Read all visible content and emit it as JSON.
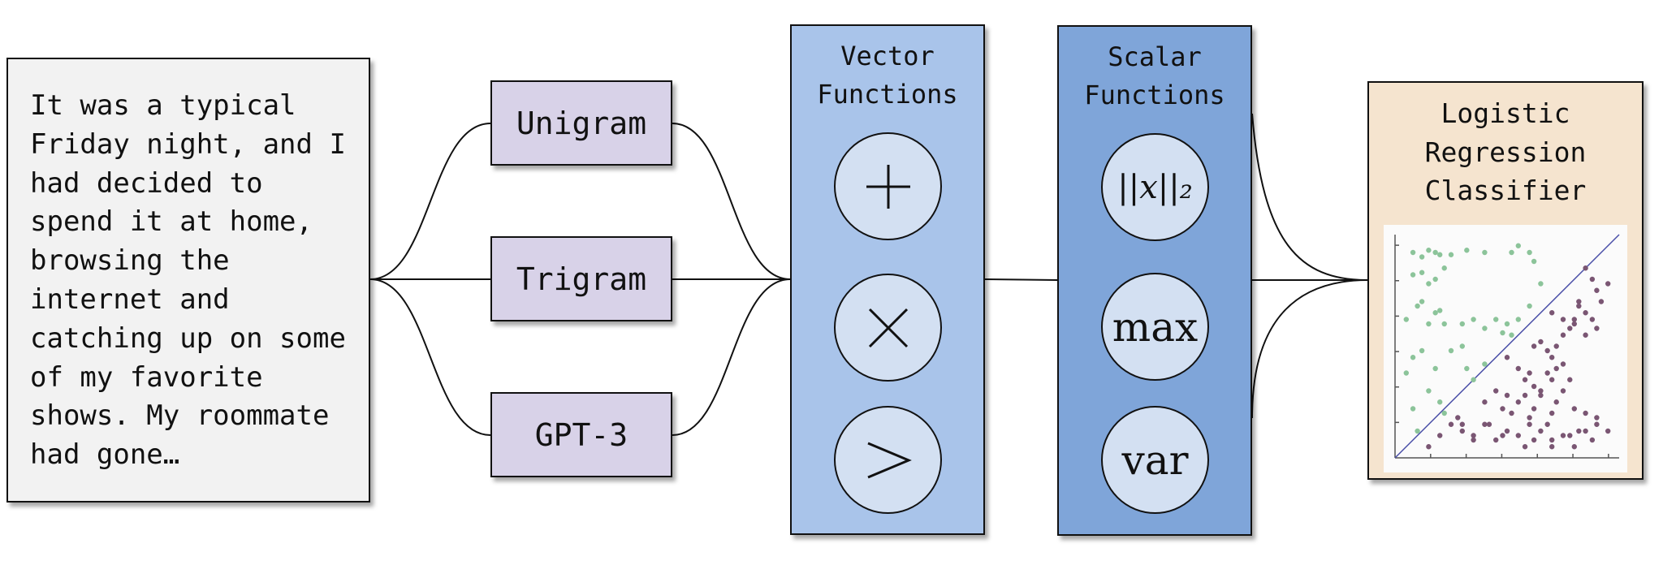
{
  "input_text": {
    "lines": [
      "It was a typical",
      "Friday night, and I",
      "had decided to",
      "spend it at home,",
      "browsing the",
      "internet and",
      "catching up on some",
      "of my favorite",
      "shows. My roommate",
      "had gone…"
    ]
  },
  "models": [
    {
      "label": "Unigram"
    },
    {
      "label": "Trigram"
    },
    {
      "label": "GPT-3"
    }
  ],
  "vector_functions": {
    "title_lines": [
      "Vector",
      "Functions"
    ],
    "ops": [
      {
        "name": "plus",
        "symbol": "+"
      },
      {
        "name": "times",
        "symbol": "×"
      },
      {
        "name": "greater-than",
        "symbol": ">"
      }
    ]
  },
  "scalar_functions": {
    "title_lines": [
      "Scalar",
      "Functions"
    ],
    "ops": [
      {
        "name": "l2-norm",
        "symbol": "||x||₂"
      },
      {
        "name": "max",
        "symbol": "max"
      },
      {
        "name": "var",
        "symbol": "var"
      }
    ]
  },
  "classifier": {
    "title_lines": [
      "Logistic",
      "Regression",
      "Classifier"
    ]
  },
  "colors": {
    "input_bg": "#f2f2f2",
    "model_bg": "#d8d2e8",
    "vector_bg": "#a9c4ea",
    "scalar_bg": "#7fa5d9",
    "circle_bg": "#d3e0f2",
    "classifier_bg": "#f5e4cf",
    "class_a": "#8cc49a",
    "class_b": "#7a5673",
    "boundary": "#4a4fa8"
  },
  "chart_data": {
    "type": "scatter",
    "title": "",
    "xlabel": "",
    "ylabel": "",
    "xlim": [
      0,
      1
    ],
    "ylim": [
      0,
      1
    ],
    "grid": false,
    "decision_boundary": {
      "x": [
        0,
        1
      ],
      "y": [
        0,
        1
      ]
    },
    "series": [
      {
        "x": [
          0.08,
          0.12,
          0.15,
          0.18,
          0.2,
          0.22,
          0.08,
          0.12,
          0.15,
          0.18,
          0.25,
          0.32,
          0.4,
          0.52,
          0.55,
          0.6,
          0.62,
          0.65,
          0.05,
          0.1,
          0.12,
          0.15,
          0.18,
          0.2,
          0.22,
          0.3,
          0.35,
          0.4,
          0.45,
          0.48,
          0.5,
          0.52,
          0.55,
          0.6,
          0.05,
          0.08,
          0.12,
          0.18,
          0.25,
          0.3,
          0.32,
          0.35,
          0.4,
          0.08,
          0.15,
          0.2,
          0.22,
          0.1
        ],
        "y": [
          0.92,
          0.9,
          0.93,
          0.92,
          0.91,
          0.85,
          0.82,
          0.83,
          0.78,
          0.8,
          0.91,
          0.93,
          0.92,
          0.92,
          0.95,
          0.92,
          0.88,
          0.78,
          0.62,
          0.68,
          0.7,
          0.6,
          0.65,
          0.66,
          0.6,
          0.6,
          0.62,
          0.58,
          0.62,
          0.56,
          0.6,
          0.55,
          0.62,
          0.68,
          0.38,
          0.45,
          0.48,
          0.4,
          0.48,
          0.5,
          0.4,
          0.35,
          0.42,
          0.22,
          0.3,
          0.25,
          0.2,
          0.12
        ]
      },
      {
        "x": [
          0.85,
          0.88,
          0.9,
          0.92,
          0.95,
          0.7,
          0.75,
          0.8,
          0.82,
          0.85,
          0.88,
          0.9,
          0.62,
          0.65,
          0.68,
          0.7,
          0.72,
          0.75,
          0.78,
          0.8,
          0.82,
          0.85,
          0.5,
          0.55,
          0.58,
          0.6,
          0.62,
          0.65,
          0.68,
          0.7,
          0.72,
          0.75,
          0.4,
          0.45,
          0.48,
          0.5,
          0.52,
          0.55,
          0.58,
          0.6,
          0.62,
          0.65,
          0.68,
          0.7,
          0.72,
          0.75,
          0.78,
          0.8,
          0.85,
          0.9,
          0.95,
          0.25,
          0.28,
          0.3,
          0.35,
          0.4,
          0.45,
          0.5,
          0.55,
          0.6,
          0.65,
          0.7,
          0.78,
          0.8,
          0.85,
          0.9,
          0.15,
          0.2,
          0.3,
          0.35,
          0.42,
          0.48,
          0.58,
          0.62,
          0.7,
          0.75,
          0.82,
          0.88
        ],
        "y": [
          0.85,
          0.8,
          0.75,
          0.7,
          0.78,
          0.65,
          0.62,
          0.6,
          0.68,
          0.55,
          0.62,
          0.58,
          0.5,
          0.52,
          0.48,
          0.45,
          0.5,
          0.55,
          0.58,
          0.62,
          0.7,
          0.65,
          0.45,
          0.4,
          0.35,
          0.38,
          0.32,
          0.3,
          0.38,
          0.35,
          0.4,
          0.42,
          0.25,
          0.3,
          0.22,
          0.28,
          0.2,
          0.25,
          0.28,
          0.18,
          0.22,
          0.28,
          0.15,
          0.2,
          0.25,
          0.3,
          0.35,
          0.22,
          0.2,
          0.18,
          0.12,
          0.15,
          0.18,
          0.12,
          0.1,
          0.15,
          0.08,
          0.12,
          0.1,
          0.15,
          0.12,
          0.08,
          0.1,
          0.05,
          0.12,
          0.15,
          0.05,
          0.1,
          0.15,
          0.08,
          0.15,
          0.1,
          0.05,
          0.08,
          0.05,
          0.1,
          0.12,
          0.08
        ]
      }
    ]
  }
}
